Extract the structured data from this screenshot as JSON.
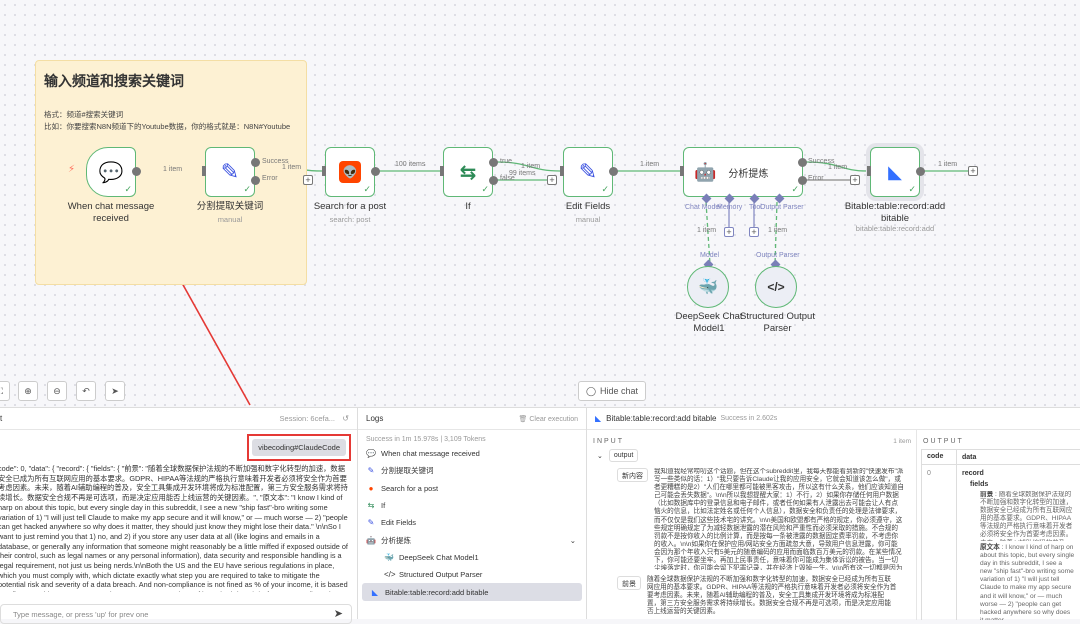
{
  "sticky": {
    "title": "输入频道和搜索关键词",
    "line1": "格式：频道#搜索关键词",
    "line2": "比如：你要搜索N8N频道下的Youtube数据，你的格式就是：N8N#Youtube"
  },
  "nodes": {
    "trigger": {
      "label": "When chat message received"
    },
    "split": {
      "label": "分割提取关键词",
      "sub": "manual"
    },
    "search": {
      "label": "Search for a post",
      "sub": "search: post"
    },
    "if": {
      "label": "If"
    },
    "edit": {
      "label": "Edit Fields",
      "sub": "manual"
    },
    "agent": {
      "label": "分析提炼",
      "ports": [
        "Chat Model",
        "Memory",
        "Tool",
        "Output Parser"
      ]
    },
    "bitable": {
      "label": "Bitable:table:record:add bitable",
      "sub": "bitable:table:record:add"
    },
    "deepseek": {
      "label": "DeepSeek Chat Model1",
      "port": "Model"
    },
    "parser": {
      "label": "Structured Output Parser",
      "port": "Output Parser"
    }
  },
  "edges": {
    "e1": "1 item",
    "success": "Success",
    "error": "Error",
    "e2": "1 item",
    "e3": "100 items",
    "true": "true",
    "false": "false",
    "e4": "1 item",
    "e5": "99 items",
    "e6": "1 item",
    "e7": "1 item",
    "e8": "1 item",
    "e9": "1 item",
    "e10": "1 item"
  },
  "toolbar": {
    "hide_chat": "Hide chat"
  },
  "chat": {
    "title": "t",
    "session": "Session: 6cefa...",
    "user_msg": "vibecoding#ClaudeCode",
    "response_html": "code\": 0, \"data\": { \"record\": { \"fields\": { \"前景\": \"随着全球数据保护法规的不断加强和数字化转型的加速，数据安全已成为所有互联网应用的基本要求。GDPR、HIPAA等法规的严格执行意味着开发者必须将安全作为首要考虑因素。未来，随着AI辅助编程的普及，安全工具集成开发环境将成为标准配置，第三方安全服务需求将持续增长。数据安全合规不再是可选项，而是决定应用能否上线运营的关键因素。\", \"原文本\": \"I know I kind of harp on about this topic, but every single day in this subreddit, I see a new \"ship fast\"-bro writing some variation of 1) \"I will just tell Claude to make my app secure and it will know,\" or — much worse — 2) \"people can get hacked anywhere so why does it matter, they should just know they might lose their data.\" \\n\\nSo I want to just remind you that 1) no, and 2) if you store any user data at all (like logins and emails in a database, or generally any information that someone might reasonably be a little miffed if exposed outside of their control, such as legal names or any personal information), data security and responsible handling is a legal requirement, not just us being nerds.\\n\\nBoth the US and the EU have serious regulations in place, which you must comply with, which dictate exactly what step you are required to take to mitigate the potential risk and severity of a data breach. And non-compliance is not fined as % of your income, it is based at a flat rate with no respect towards your revenue per piece of breached data. \\n\\nIf you are negligent in securing your app/website, and user information gets breached as a result, you can potentially end up with a fine",
    "placeholder": "Type message, or press 'up' for prev one"
  },
  "logs": {
    "title": "Logs",
    "clear": "Clear execution",
    "status": "Success in 1m 15.978s",
    "tokens": "3,109 Tokens",
    "items": [
      {
        "label": "When chat message received",
        "icon": "chat-icon"
      },
      {
        "label": "分割提取关键词",
        "icon": "pencil-icon"
      },
      {
        "label": "Search for a post",
        "icon": "reddit-icon"
      },
      {
        "label": "If",
        "icon": "signpost-icon"
      },
      {
        "label": "Edit Fields",
        "icon": "pencil-icon"
      },
      {
        "label": "分析提炼",
        "icon": "robot-icon"
      },
      {
        "label": "DeepSeek Chat Model1",
        "icon": "deepseek-icon"
      },
      {
        "label": "Structured Output Parser",
        "icon": "code-icon"
      },
      {
        "label": "Bitable:table:record:add bitable",
        "icon": "bitable-icon"
      }
    ]
  },
  "detail": {
    "title": "Bitable:table:record:add bitable",
    "status": "Success in 2.602s",
    "input": {
      "heading": "INPUT",
      "count": "1 item",
      "root": "output",
      "field1": {
        "key": "新内容",
        "value": "我知道我经常唠叨这个话题，但在这个subreddit里，我每天都能看到新的\"快速发布\"派写一些类似的话：1）\"我只要告诉Claude让我的应用安全，它就会知道该怎么做\"，或者更糟糕的是2）\"人们在哪里都可能被黑客攻击，所以这有什么关系，他们应该知道自己可能会丢失数据\"。\\n\\n所以我想提醒大家：1）不行，2）如果你存储任何用户数据（比如数据库中的登录信息和电子邮件，或者任何如果有人泄露出去可能会让人有点恼火的信息，比如法定姓名或任何个人信息），数据安全和负责任的处理是法律要求，而不仅仅是我们这些技术宅的讲究。\\n\\n美国和欧盟都有严格的规定，你必须遵守，这些规定明确规定了为减轻数据泄露的潜在风险和严重性而必须采取的措施。不合规的罚款不是按你收入的比例计算，而是按每一条被泄露的数据固定费率罚款，不考虑你的收入。\\n\\n如果你在保护应用/网站安全方面疏忽大意，导致用户信息泄露，你可能会因为那个年收入只有5美元的随意编码的应用而面临数百万美元的罚款。在某些情况下，你可能还要坐牢。再加上民事责任，意味着你可能成为集体诉讼的被告。当一切尘埃落定时，你可能会留下犯罪记录，并在经济上毁掉一生。\\n\\n所有这一切都是因为你懒得学习新东西，不愿意多花一个月或任何必要的时间来发布一个至少可以声称已经认真、可辩护地努力遵守规定和保护用户数据的应用。\\n\\n你必须符合GDPR规定，必须遵守HIPAA，如果你有任何账单（比如订]..."
      },
      "field2": {
        "key": "前景",
        "value": "随着全球数据保护法规的不断加强和数字化转型的加速，数据安全已经成为所有互联网应用的基本要求。GDPR、HIPAA等法规的严格执行意味着开发者必须将安全作为首要考虑因素。未来，随着AI辅助编程的普及，安全工具集成开发环境将成为标准配置，第三方安全服务需求将持续增长。数据安全合规不再是可选项，而是决定应用能否上线运营的关键因素。"
      }
    },
    "output": {
      "heading": "OUTPUT",
      "col_code": "code",
      "col_data": "data",
      "code": "0",
      "record": "record",
      "fields": "fields",
      "k1": "前景",
      "v1": "随着全球数据保护法规的不断加强和数字化转型的加速，数据安全已经成为所有互联网应用的基本要求。GDPR、HIPAA等法规的严格执行意味着开发者必须将安全作为首要考虑因素。未来，随着AI辅助编程的普及，安全工具集成开发环境将成为标准配置，第三方安全服务需求将持续增长。数据安全合规不再是可选项，而是决定应用能否上线运营的关键因素。",
      "k2": "原文本",
      "v2": "I know I kind of harp on about this topic, but every single day in this subreddit, I see a new \"ship fast\"-bro writing some variation of 1) \"I will just tell Claude to make my app secure and it will know,\" or — much worse — 2) \"people can get hacked anywhere so why does it matter"
    }
  },
  "colors": {
    "accent": "#ff6d5a",
    "success": "#5fb876",
    "sticky": "#fdf1d3",
    "highlight": "#e53935"
  }
}
